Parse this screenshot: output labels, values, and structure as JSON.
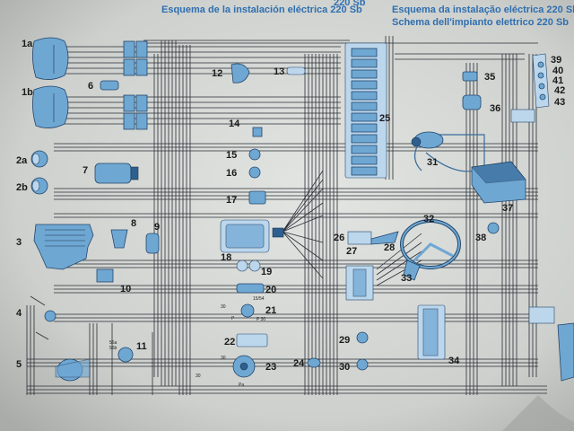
{
  "header": {
    "title_es": "Esquema de la instalación eléctrica 220 Sb",
    "title_pt": "Esquema da instalação eléctrica 220 Sb",
    "title_it": "Schema dell'impianto elettrico 220 Sb",
    "title_partial": "220 Sb"
  },
  "labels": {
    "c1a": "1a",
    "c1b": "1b",
    "c2a": "2a",
    "c2b": "2b",
    "c3": "3",
    "c4": "4",
    "c5": "5",
    "c6": "6",
    "c7": "7",
    "c8": "8",
    "c9": "9",
    "c10": "10",
    "c11": "11",
    "c12": "12",
    "c13": "13",
    "c14": "14",
    "c15": "15",
    "c16": "16",
    "c17": "17",
    "c18": "18",
    "c19": "19",
    "c20": "20",
    "c21": "21",
    "c22": "22",
    "c23": "23",
    "c24": "24",
    "c25": "25",
    "c26": "26",
    "c27": "27",
    "c28": "28",
    "c29": "29",
    "c30": "30",
    "c31": "31",
    "c32": "32",
    "c33": "33",
    "c34": "34",
    "c35": "35",
    "c36": "36",
    "c37": "37",
    "c38": "38",
    "c39": "39",
    "c40": "40",
    "c41": "41",
    "c42": "42",
    "c43": "43"
  },
  "terminals": {
    "t15": "15",
    "t1530": "15/54",
    "t30a": "30",
    "t30b": "30",
    "t56a": "56a",
    "t56b": "56b",
    "tP": "P",
    "tP30": "P 30",
    "tPa": "Pa",
    "t30c": "30"
  }
}
